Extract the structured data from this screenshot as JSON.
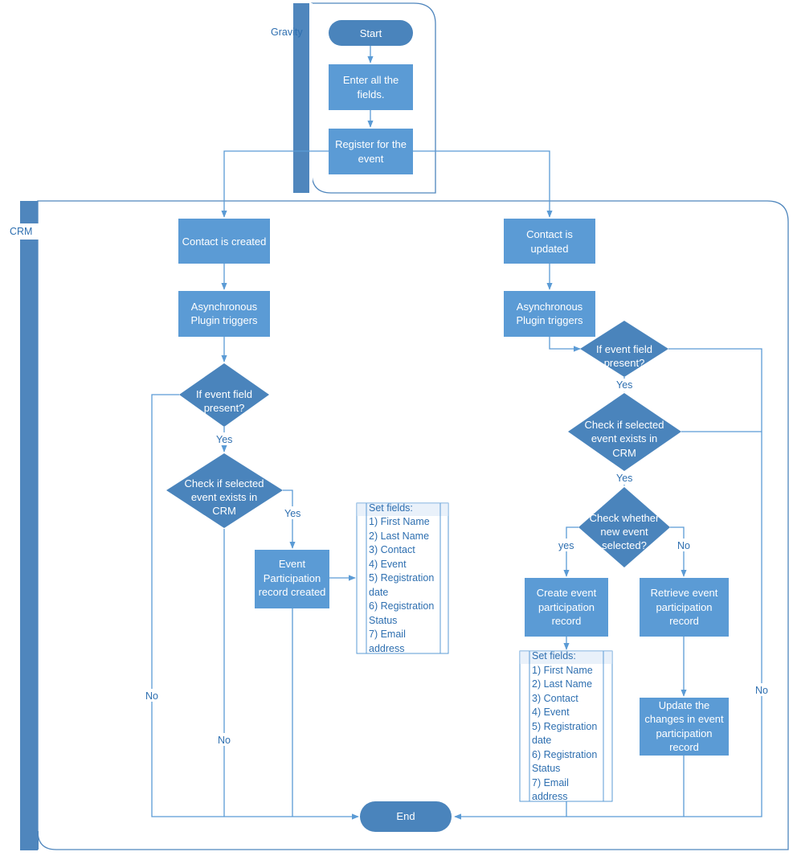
{
  "lanes": {
    "gravity": "Gravity",
    "crm": "CRM"
  },
  "nodes": {
    "start": "Start",
    "enter_fields": [
      "Enter all the",
      "fields."
    ],
    "register": [
      "Register for the",
      "event"
    ],
    "contact_created": [
      "Contact is created"
    ],
    "contact_updated": [
      "Contact is",
      "updated"
    ],
    "async_left": [
      "Asynchronous",
      "Plugin triggers"
    ],
    "async_right": [
      "Asynchronous",
      "Plugin triggers"
    ],
    "if_event_left": [
      "If event field",
      "present?"
    ],
    "if_event_right": [
      "If event field",
      "present?"
    ],
    "check_exists_left": [
      "Check if selected",
      "event exists in",
      "CRM"
    ],
    "check_exists_right": [
      "Check if selected",
      "event exists in",
      "CRM"
    ],
    "check_new": [
      "Check whether",
      "new event",
      "selected?"
    ],
    "ep_created": [
      "Event",
      "Participation",
      "record created"
    ],
    "create_ep": [
      "Create event",
      "participation",
      "record"
    ],
    "retrieve_ep": [
      "Retrieve event",
      "participation",
      "record"
    ],
    "update_ep": [
      "Update the",
      "changes in event",
      "participation",
      "record"
    ],
    "end": "End"
  },
  "notes": {
    "set_fields_left": [
      "Set fields:",
      "1) First Name",
      "2) Last Name",
      "3) Contact",
      "4) Event",
      "5) Registration",
      "date",
      "6) Registration",
      "Status",
      "7) Email",
      "address"
    ],
    "set_fields_right": [
      "Set fields:",
      "1) First Name",
      "2) Last Name",
      "3) Contact",
      "4) Event",
      "5) Registration",
      "date",
      "6) Registration",
      "Status",
      "7) Email",
      "address"
    ]
  },
  "labels": {
    "yes_left_1": "Yes",
    "yes_left_2": "Yes",
    "no_left_1": "No",
    "no_left_2": "No",
    "yes_right_1": "Yes",
    "yes_right_2": "Yes",
    "yes_right_3": "yes",
    "no_right_1": "No",
    "no_right_2": "No"
  },
  "colors": {
    "shape_fill": "#5b9bd5",
    "diamond_fill": "#4a84bc",
    "lane_bar": "#4f86bd",
    "lane_border": "#4f86bd",
    "connector": "#5b9bd5",
    "label_text": "#2e6fb0"
  }
}
